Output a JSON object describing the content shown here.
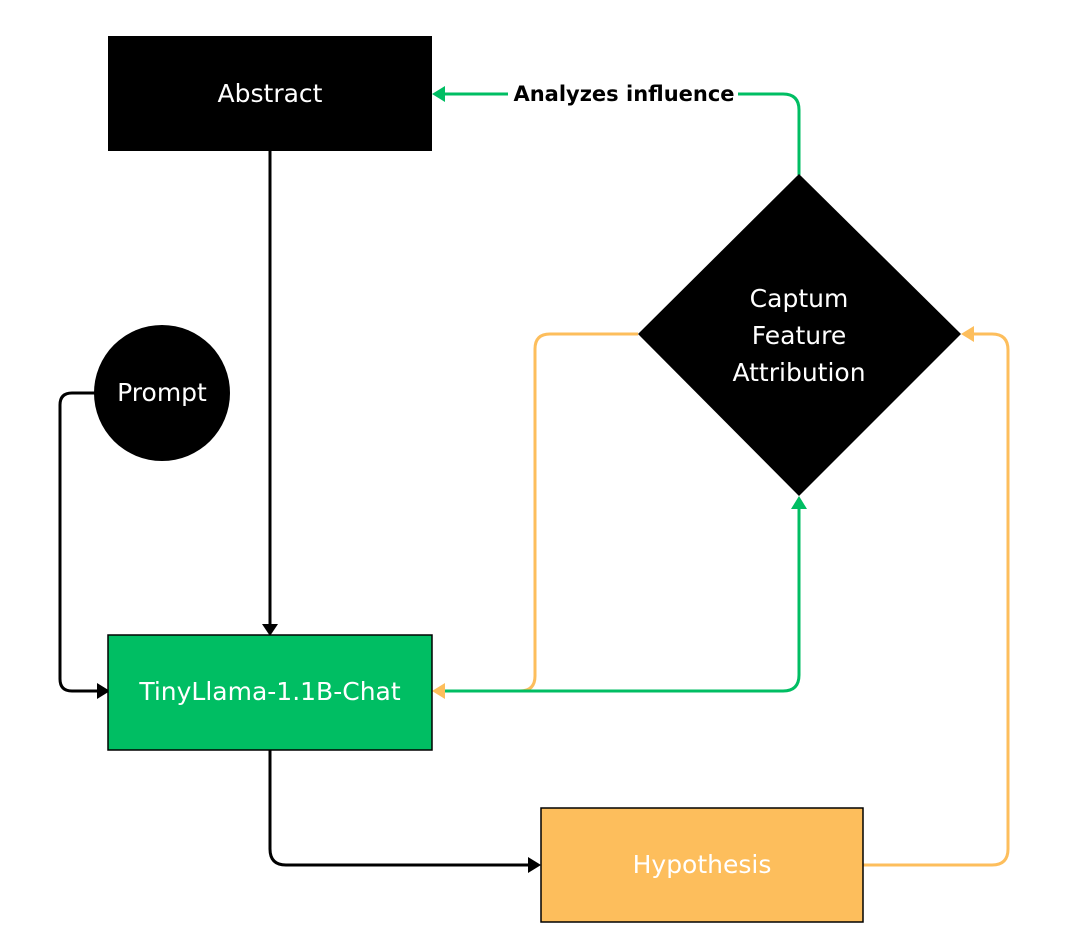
{
  "colors": {
    "black": "#000000",
    "green": "#00be63",
    "orange": "#fdbe5c",
    "white": "#ffffff"
  },
  "nodes": {
    "abstract": {
      "label": "Abstract",
      "shape": "rectangle",
      "fill": "#000000"
    },
    "prompt": {
      "label": "Prompt",
      "shape": "circle",
      "fill": "#000000"
    },
    "captum": {
      "label_lines": [
        "Captum",
        "Feature",
        "Attribution"
      ],
      "shape": "diamond",
      "fill": "#000000"
    },
    "model": {
      "label": "TinyLlama-1.1B-Chat",
      "shape": "rectangle",
      "fill": "#00be63"
    },
    "hypothesis": {
      "label": "Hypothesis",
      "shape": "rectangle",
      "fill": "#fdbe5c"
    }
  },
  "edges": {
    "analyzes": {
      "label": "Analyzes influence",
      "from": "captum",
      "to": "abstract",
      "color": "#00be63"
    },
    "abstract_to_model": {
      "from": "abstract",
      "to": "model",
      "color": "#000000"
    },
    "prompt_to_model": {
      "from": "prompt",
      "to": "model",
      "color": "#000000"
    },
    "model_to_hypothesis": {
      "from": "model",
      "to": "hypothesis",
      "color": "#000000"
    },
    "model_to_captum": {
      "from": "model",
      "to": "captum",
      "color": "#00be63"
    },
    "captum_to_model": {
      "from": "captum",
      "to": "model",
      "color": "#fdbe5c"
    },
    "hypothesis_to_captum": {
      "from": "hypothesis",
      "to": "captum",
      "color": "#fdbe5c"
    }
  }
}
